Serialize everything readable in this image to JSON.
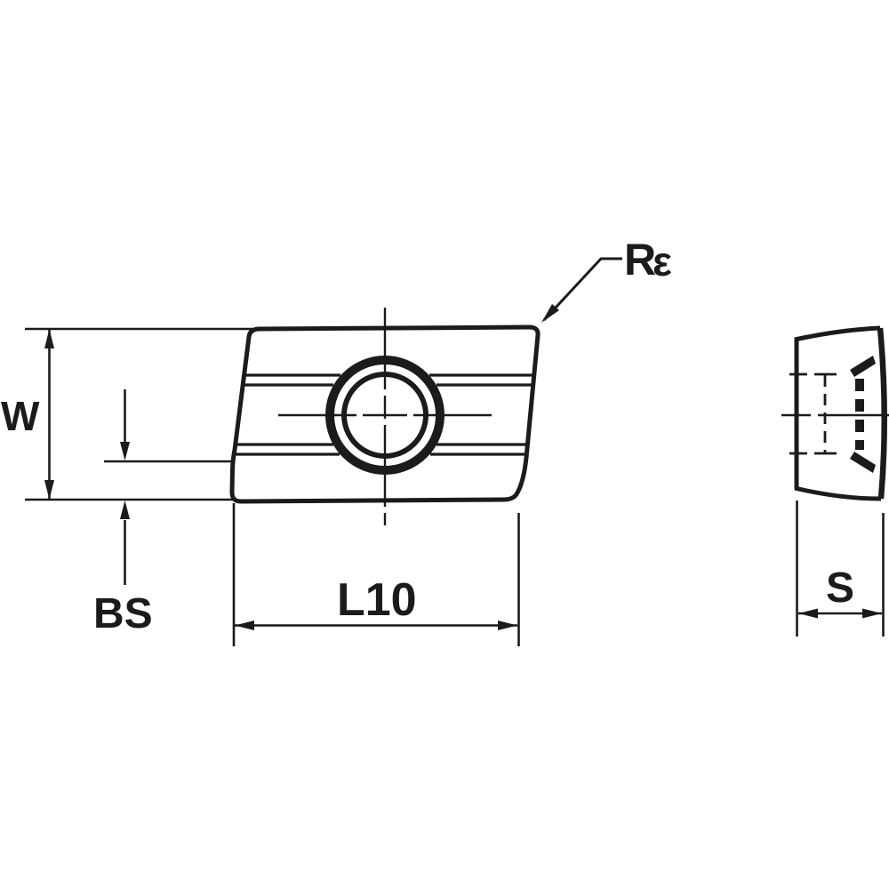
{
  "colors": {
    "line": "#1b1b1b",
    "background": "#ffffff"
  },
  "labels": {
    "w": "W",
    "bs": "BS",
    "l10": "L10",
    "r_epsilon": {
      "r": "R",
      "epsilon": "ε"
    },
    "s": "S"
  }
}
